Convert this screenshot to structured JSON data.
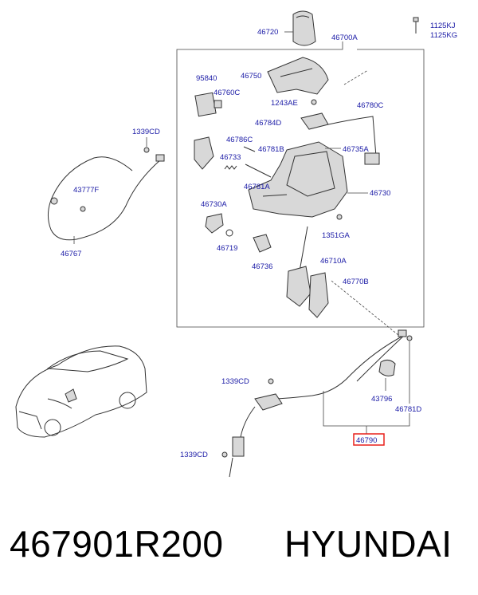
{
  "labels": {
    "l46720": "46720",
    "l46700A": "46700A",
    "l1125KJ": "1125KJ",
    "l1125KG": "1125KG",
    "l95840": "95840",
    "l46750": "46750",
    "l46760C": "46760C",
    "l1243AE": "1243AE",
    "l46780C": "46780C",
    "l46784D": "46784D",
    "l1339CD_a": "1339CD",
    "l46786C": "46786C",
    "l46781B": "46781B",
    "l46735A": "46735A",
    "l46733": "46733",
    "l43777F": "43777F",
    "l46781A": "46781A",
    "l46730": "46730",
    "l46730A": "46730A",
    "l1351GA": "1351GA",
    "l46719": "46719",
    "l46767": "46767",
    "l46710A": "46710A",
    "l46736": "46736",
    "l46770B": "46770B",
    "l1339CD_b": "1339CD",
    "l43796": "43796",
    "l46781D": "46781D",
    "l46790": "46790",
    "l1339CD_c": "1339CD"
  },
  "highlight_color": "#e8201c",
  "caption": {
    "part_number": "467901R200",
    "brand": "HYUNDAI"
  }
}
